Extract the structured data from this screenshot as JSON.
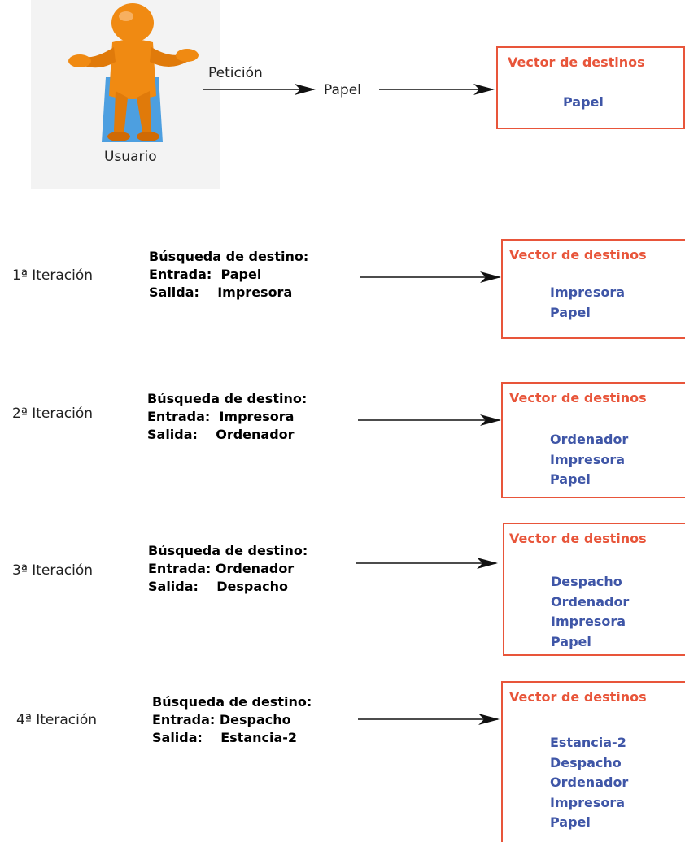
{
  "user": {
    "label": "Usuario"
  },
  "request": {
    "label": "Petición",
    "value": "Papel"
  },
  "top_box": {
    "title": "Vector de destinos",
    "items": [
      "Papel"
    ]
  },
  "search_title": "Búsqueda de destino:",
  "iterations": [
    {
      "label": "1ª Iteración",
      "entrada": "Entrada:  Papel",
      "salida": "Salida:    Impresora",
      "box_title": "Vector de destinos",
      "items": [
        "Impresora",
        "Papel"
      ]
    },
    {
      "label": "2ª Iteración",
      "entrada": "Entrada:  Impresora",
      "salida": "Salida:    Ordenador",
      "box_title": "Vector de destinos",
      "items": [
        "Ordenador",
        "Impresora",
        "Papel"
      ]
    },
    {
      "label": "3ª Iteración",
      "entrada": "Entrada: Ordenador",
      "salida": "Salida:    Despacho",
      "box_title": "Vector de destinos",
      "items": [
        "Despacho",
        "Ordenador",
        "Impresora",
        "Papel"
      ]
    },
    {
      "label": "4ª Iteración",
      "entrada": "Entrada: Despacho",
      "salida": "Salida:    Estancia-2",
      "box_title": "Vector de destinos",
      "items": [
        "Estancia-2",
        "Despacho",
        "Ordenador",
        "Impresora",
        "Papel"
      ]
    }
  ],
  "colors": {
    "box_border": "#e8553a",
    "item_text": "#3f56a7",
    "figure": "#f08a12"
  }
}
